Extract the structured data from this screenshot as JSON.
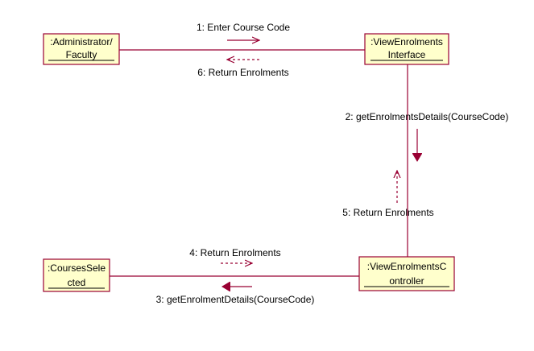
{
  "objects": {
    "administrator": {
      "line1": ":Administrator/",
      "line2": "Faculty"
    },
    "interface": {
      "line1": ":ViewEnrolments",
      "line2": "Interface"
    },
    "controller": {
      "line1": ":ViewEnrolmentsC",
      "line2": "ontroller"
    },
    "courses": {
      "line1": ":CoursesSele",
      "line2": "cted"
    }
  },
  "messages": {
    "m1": "1: Enter Course Code",
    "m2": "2: getEnrolmentsDetails(CourseCode)",
    "m3": "3: getEnrolmentDetails(CourseCode)",
    "m4": "4: Return Enrolments",
    "m5": "5: Return Enrolments",
    "m6": "6: Return Enrolments"
  },
  "colors": {
    "object_fill": "#ffffcc",
    "link": "#990033",
    "text": "#000000"
  }
}
